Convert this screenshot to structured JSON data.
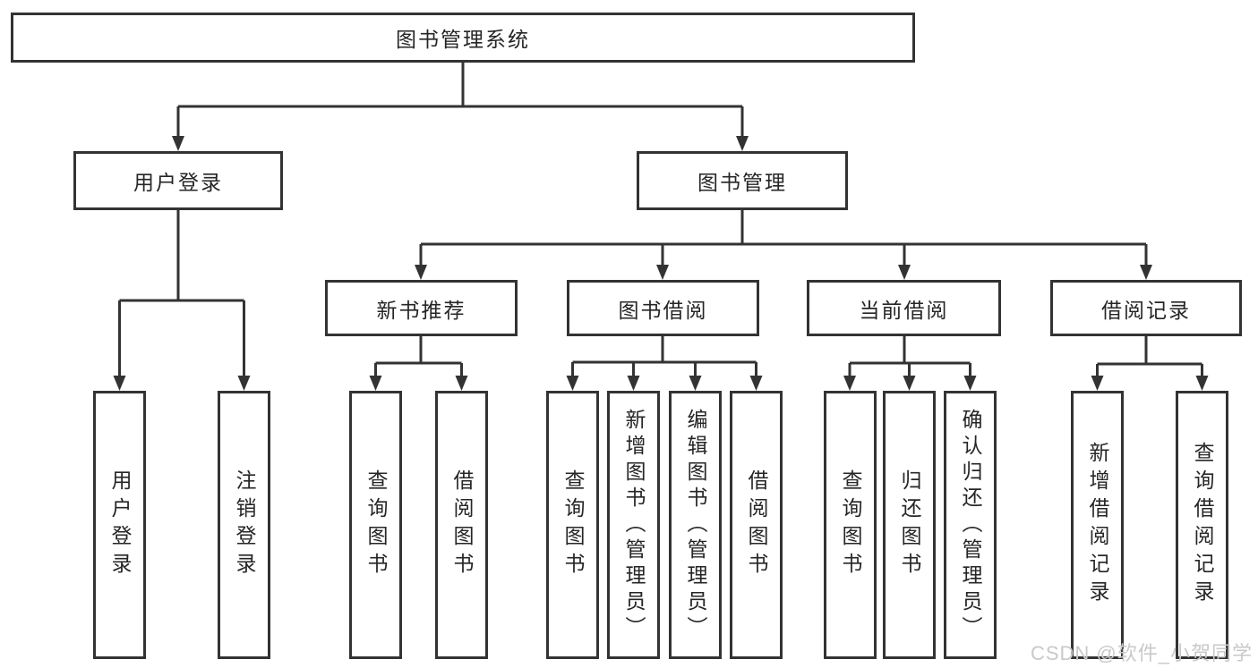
{
  "diagram": {
    "root": {
      "label": "图书管理系统"
    },
    "level2": [
      {
        "id": "user-login",
        "label": "用户登录"
      },
      {
        "id": "book-management",
        "label": "图书管理"
      }
    ],
    "level3": [
      {
        "id": "new-book-recommend",
        "parent": "book-management",
        "label": "新书推荐"
      },
      {
        "id": "book-borrow",
        "parent": "book-management",
        "label": "图书借阅"
      },
      {
        "id": "current-borrow",
        "parent": "book-management",
        "label": "当前借阅"
      },
      {
        "id": "borrow-records",
        "parent": "book-management",
        "label": "借阅记录"
      }
    ],
    "leaves": [
      {
        "parent": "user-login",
        "label": "用户登录"
      },
      {
        "parent": "user-login",
        "label": "注销登录"
      },
      {
        "parent": "new-book-recommend",
        "label": "查询图书"
      },
      {
        "parent": "new-book-recommend",
        "label": "借阅图书"
      },
      {
        "parent": "book-borrow",
        "label": "查询图书"
      },
      {
        "parent": "book-borrow",
        "label": "新增图书（管理员）"
      },
      {
        "parent": "book-borrow",
        "label": "编辑图书（管理员）"
      },
      {
        "parent": "book-borrow",
        "label": "借阅图书"
      },
      {
        "parent": "current-borrow",
        "label": "查询图书"
      },
      {
        "parent": "current-borrow",
        "label": "归还图书"
      },
      {
        "parent": "current-borrow",
        "label": "确认归还（管理员）"
      },
      {
        "parent": "borrow-records",
        "label": "新增借阅记录"
      },
      {
        "parent": "borrow-records",
        "label": "查询借阅记录"
      }
    ]
  },
  "watermark": {
    "text": "CSDN @软件_小贺同学"
  },
  "colors": {
    "line": "#333333",
    "text": "#262626",
    "watermark": "#c9c9c9",
    "background": "#ffffff"
  }
}
